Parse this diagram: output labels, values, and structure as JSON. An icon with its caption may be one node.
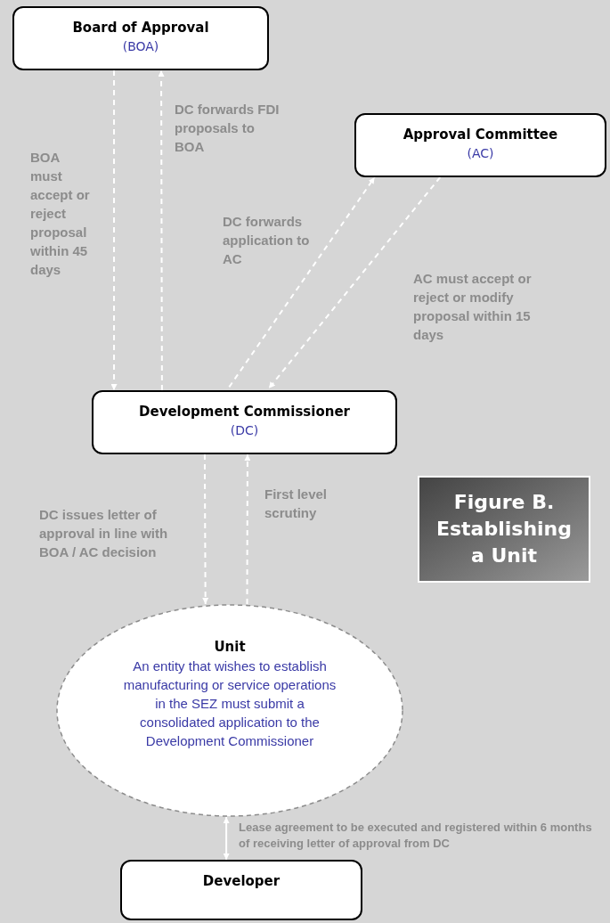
{
  "diagram": {
    "title": "Figure B. Establishing a Unit",
    "nodes": [
      {
        "text": [
          "Board of Approval",
          "(BOA)"
        ]
      },
      {
        "text": [
          "Approval Committee",
          "(AC)"
        ]
      },
      {
        "text": [
          "Development Commissioner",
          "(DC)"
        ]
      },
      {
        "text": [
          "Unit",
          "An entity that wishes to establish manufacturing or service operations in the SEZ must submit a consolidated application to the Development Commissioner"
        ]
      },
      {
        "text": [
          "Developer"
        ]
      }
    ],
    "edges": [
      {
        "from": 0,
        "to": 2,
        "arrow": "to",
        "style": "dashed",
        "label": "BOA must accept or reject proposal within 45 days"
      },
      {
        "from": 2,
        "to": 0,
        "arrow": "to",
        "style": "dashed",
        "label": "DC forwards FDI proposals to BOA"
      },
      {
        "from": 2,
        "to": 1,
        "arrow": "to",
        "style": "dashed",
        "label": "DC forwards application to AC"
      },
      {
        "from": 1,
        "to": 2,
        "arrow": "to",
        "style": "dashed",
        "label": "AC must accept or reject or modify proposal within 15 days"
      },
      {
        "from": 2,
        "to": 3,
        "arrow": "to",
        "style": "dashed",
        "label": "DC issues letter of approval in line with BOA / AC decision"
      },
      {
        "from": 3,
        "to": 2,
        "arrow": "to",
        "style": "dashed",
        "label": "First level scrutiny"
      },
      {
        "from": 3,
        "to": 4,
        "arrow": "both",
        "label": "Lease agreement to be executed and registered within 6 months of receiving letter of approval from DC"
      }
    ]
  }
}
